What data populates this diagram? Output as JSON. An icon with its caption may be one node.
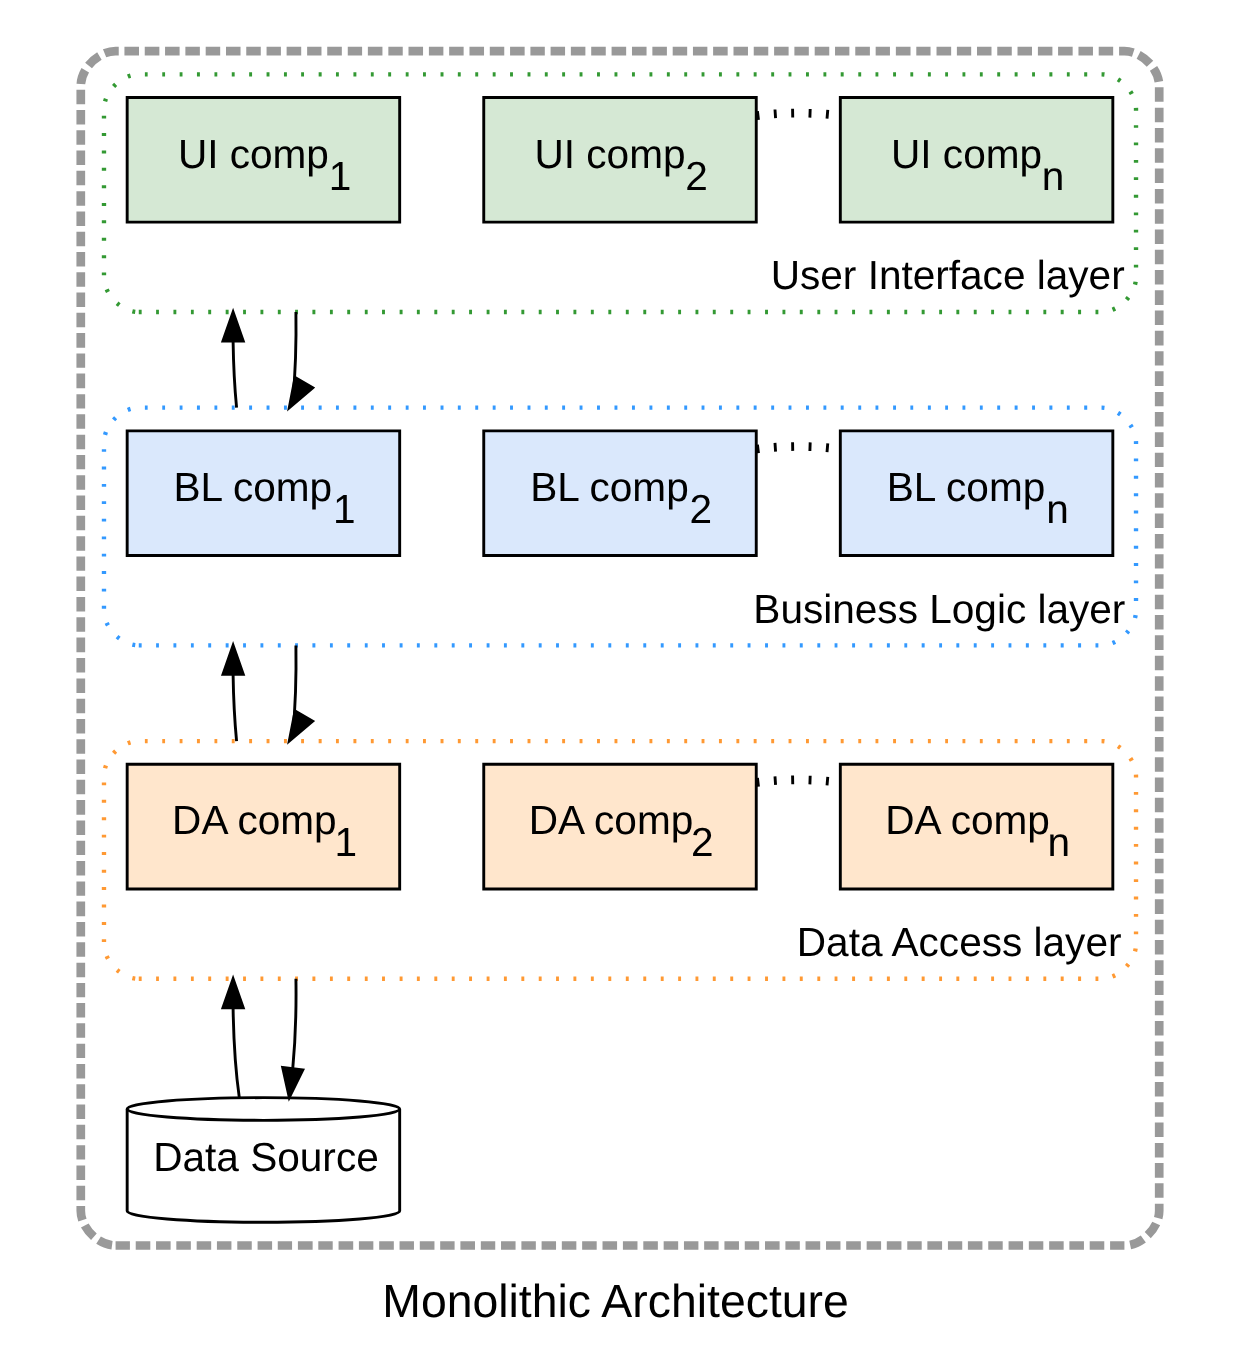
{
  "diagram": {
    "caption": "Monolithic Architecture",
    "nodes": [
      {
        "text": [],
        "shape": "box"
      },
      {
        "text": [
          "User Interface layer"
        ],
        "in": 0
      },
      {
        "text": [
          "UI comp$_{1}$"
        ],
        "in": 1
      },
      {
        "text": [
          "UI comp$_{2}$"
        ],
        "in": 1
      },
      {
        "text": [
          "UI comp$_{n}$"
        ],
        "in": 1
      },
      {
        "text": [
          "Business Logic layer"
        ],
        "in": 0
      },
      {
        "text": [
          "BL comp$_{1}$"
        ],
        "in": 5
      },
      {
        "text": [
          "BL comp$_{2}$"
        ],
        "in": 5
      },
      {
        "text": [
          "BL comp$_{n}$"
        ],
        "in": 5
      },
      {
        "text": [
          "Data Access layer"
        ],
        "in": 0
      },
      {
        "text": [
          "DA comp$_{1}$"
        ],
        "in": 9
      },
      {
        "text": [
          "DA comp$_{2}$"
        ],
        "in": 9
      },
      {
        "text": [
          "DA comp$_{n}$"
        ],
        "in": 9
      },
      {
        "text": [
          "Data Source"
        ],
        "in": 0
      }
    ],
    "edges": [
      {
        "from": 5,
        "to": 1,
        "arrow": "to"
      },
      {
        "from": 1,
        "to": 5,
        "arrow": "to"
      },
      {
        "from": 9,
        "to": 5,
        "arrow": "to"
      },
      {
        "from": 5,
        "to": 9,
        "arrow": "to"
      },
      {
        "from": 13,
        "to": 9,
        "arrow": "to"
      },
      {
        "from": 9,
        "to": 13,
        "arrow": "to"
      },
      {
        "from": 3,
        "to": 4,
        "arrow": "none",
        "style": "dashed"
      },
      {
        "from": 7,
        "to": 8,
        "arrow": "none",
        "style": "dashed"
      },
      {
        "from": 11,
        "to": 12,
        "arrow": "none",
        "style": "dashed"
      }
    ]
  }
}
